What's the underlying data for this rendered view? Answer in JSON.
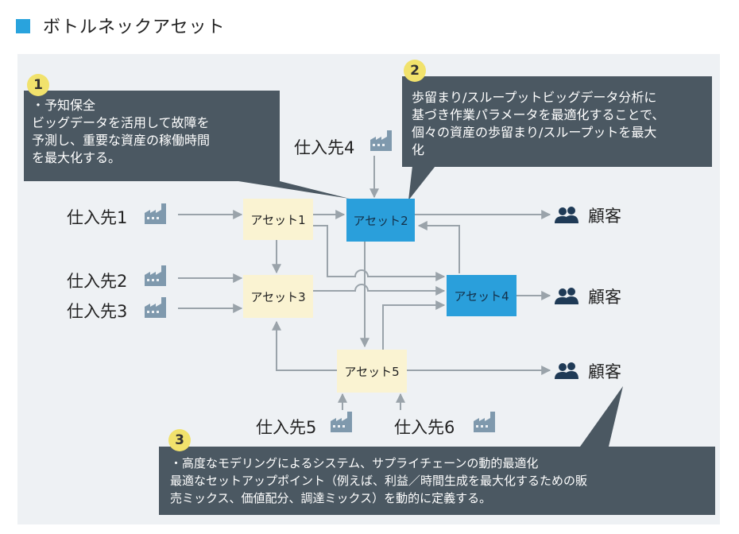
{
  "title": "ボトルネックアセット",
  "colors": {
    "accent": "#29a3dd",
    "asset_pale": "#faf3d2",
    "asset_highlight": "#2a9fdb",
    "callout_bg": "#4b5862",
    "badge": "#f1e26c",
    "panel_bg": "#eef1f4",
    "arrow": "#9aa3aa",
    "icon": "#7f99ad"
  },
  "callouts": [
    {
      "number": "1",
      "lines": [
        "・予知保全",
        "ビッグデータを活用して故障を",
        "予測し、重要な資産の稼働時間",
        "を最大化する。"
      ]
    },
    {
      "number": "2",
      "lines": [
        "歩留まり/スループットビッグデータ分析に",
        "基づき作業パラメータを最適化することで、",
        "個々の資産の歩留まり/スループットを最大",
        "化"
      ]
    },
    {
      "number": "3",
      "lines": [
        "・高度なモデリングによるシステム、サプライチェーンの動的最適化",
        "最適なセットアップポイント（例えば、利益／時間生成を最大化するための販",
        "売ミックス、価値配分、調達ミックス）を動的に定義する。"
      ]
    }
  ],
  "assets": [
    "アセット1",
    "アセット2",
    "アセット3",
    "アセット4",
    "アセット5"
  ],
  "suppliers": [
    "仕入先1",
    "仕入先2",
    "仕入先3",
    "仕入先4",
    "仕入先5",
    "仕入先6"
  ],
  "customers": [
    "顧客",
    "顧客",
    "顧客"
  ],
  "icons": {
    "supplier": "factory-icon",
    "customer": "people-icon"
  }
}
